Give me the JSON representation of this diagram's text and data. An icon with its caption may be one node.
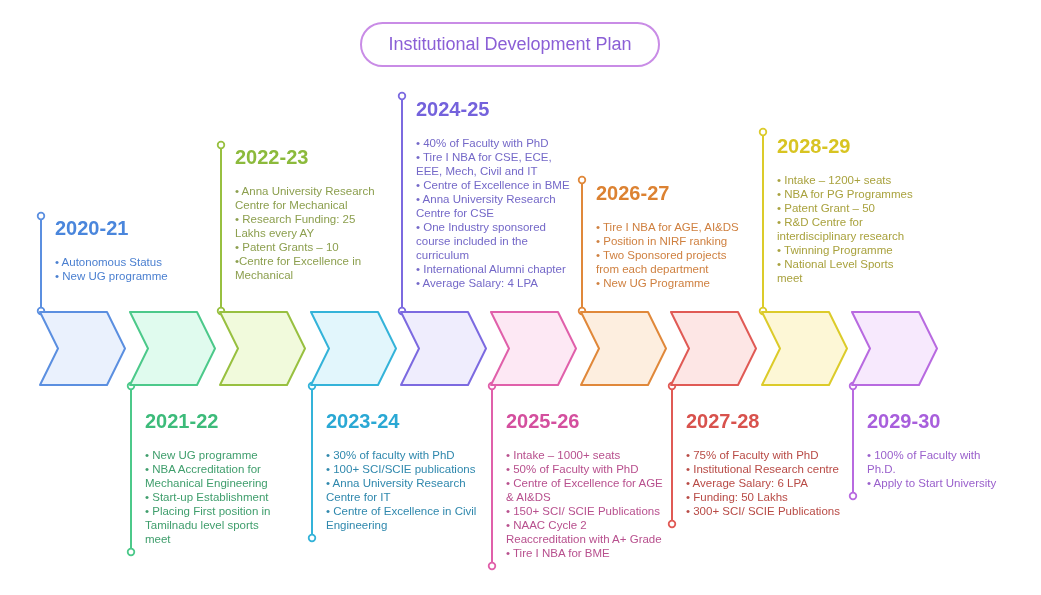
{
  "diagram": {
    "title": "Institutional Development Plan",
    "nodes": [
      {
        "text": [],
        "shape": "chevron"
      },
      {
        "text": [],
        "shape": "chevron"
      },
      {
        "text": [],
        "shape": "chevron"
      },
      {
        "text": [],
        "shape": "chevron"
      },
      {
        "text": [],
        "shape": "chevron"
      },
      {
        "text": [],
        "shape": "chevron"
      },
      {
        "text": [],
        "shape": "chevron"
      },
      {
        "text": [],
        "shape": "chevron"
      },
      {
        "text": [],
        "shape": "chevron"
      },
      {
        "text": [],
        "shape": "chevron"
      },
      {
        "text": [
          "2020-21",
          "• Autonomous Status",
          "• New UG programme"
        ]
      },
      {
        "text": [
          "2021-22",
          "• New UG programme",
          "• NBA Accreditation for Mechanical Engineering",
          "• Start-up Establishment",
          "• Placing First position in Tamilnadu level sports meet"
        ]
      },
      {
        "text": [
          "2022-23",
          "• Anna University Research Centre for Mechanical",
          "• Research Funding: 25 Lakhs every AY",
          "• Patent Grants – 10",
          "•Centre for Excellence in Mechanical"
        ]
      },
      {
        "text": [
          "2023-24",
          "• 30% of faculty with PhD",
          "• 100+ SCI/SCIE publications",
          "• Anna University Research Centre for IT",
          "• Centre of Excellence in Civil Engineering"
        ]
      },
      {
        "text": [
          "2024-25",
          "• 40% of Faculty with PhD",
          "• Tire I NBA for CSE, ECE, EEE, Mech, Civil and IT",
          "• Centre of Excellence in BME",
          "• Anna University Research Centre for CSE",
          "• One Industry sponsored course included in the curriculum",
          "• International Alumni chapter",
          "• Average Salary: 4 LPA"
        ]
      },
      {
        "text": [
          "2025-26",
          "• Intake – 1000+ seats",
          "• 50% of Faculty with PhD",
          "• Centre of Excellence for AGE & AI&DS",
          "• 150+ SCI/ SCIE Publications",
          "• NAAC Cycle 2 Reaccreditation with A+ Grade",
          "• Tire I NBA for BME"
        ]
      },
      {
        "text": [
          "2026-27",
          "• Tire I NBA for AGE, AI&DS",
          "• Position in NIRF ranking",
          "• Two Sponsored projects from each department",
          "• New UG Programme"
        ]
      },
      {
        "text": [
          "2027-28",
          "• 75% of Faculty with PhD",
          "• Institutional Research centre",
          "• Average Salary: 6 LPA",
          "• Funding: 50 Lakhs",
          "• 300+ SCI/ SCIE Publications"
        ]
      },
      {
        "text": [
          "2028-29",
          "• Intake – 1200+ seats",
          "• NBA for PG Programmes",
          "• Patent Grant – 50",
          "• R&D Centre for interdisciplinary research",
          "• Twinning Programme",
          "• National Level Sports meet"
        ]
      },
      {
        "text": [
          "2029-30",
          "• 100% of Faculty with Ph.D.",
          "• Apply to Start University"
        ]
      }
    ],
    "edges": [
      {
        "from": 10,
        "to": 0,
        "arrow": "other",
        "color": "#5b8fe0"
      },
      {
        "from": 11,
        "to": 1,
        "arrow": "other",
        "color": "#4cc98a"
      },
      {
        "from": 12,
        "to": 2,
        "arrow": "other",
        "color": "#98c040"
      },
      {
        "from": 13,
        "to": 3,
        "arrow": "other",
        "color": "#34b3d9"
      },
      {
        "from": 14,
        "to": 4,
        "arrow": "other",
        "color": "#7c6ae0"
      },
      {
        "from": 15,
        "to": 5,
        "arrow": "other",
        "color": "#e060aa"
      },
      {
        "from": 16,
        "to": 6,
        "arrow": "other",
        "color": "#e0883a"
      },
      {
        "from": 17,
        "to": 7,
        "arrow": "other",
        "color": "#e05a55"
      },
      {
        "from": 18,
        "to": 8,
        "arrow": "other",
        "color": "#dccb2a"
      },
      {
        "from": 19,
        "to": 9,
        "arrow": "other",
        "color": "#b86ae0"
      }
    ]
  }
}
